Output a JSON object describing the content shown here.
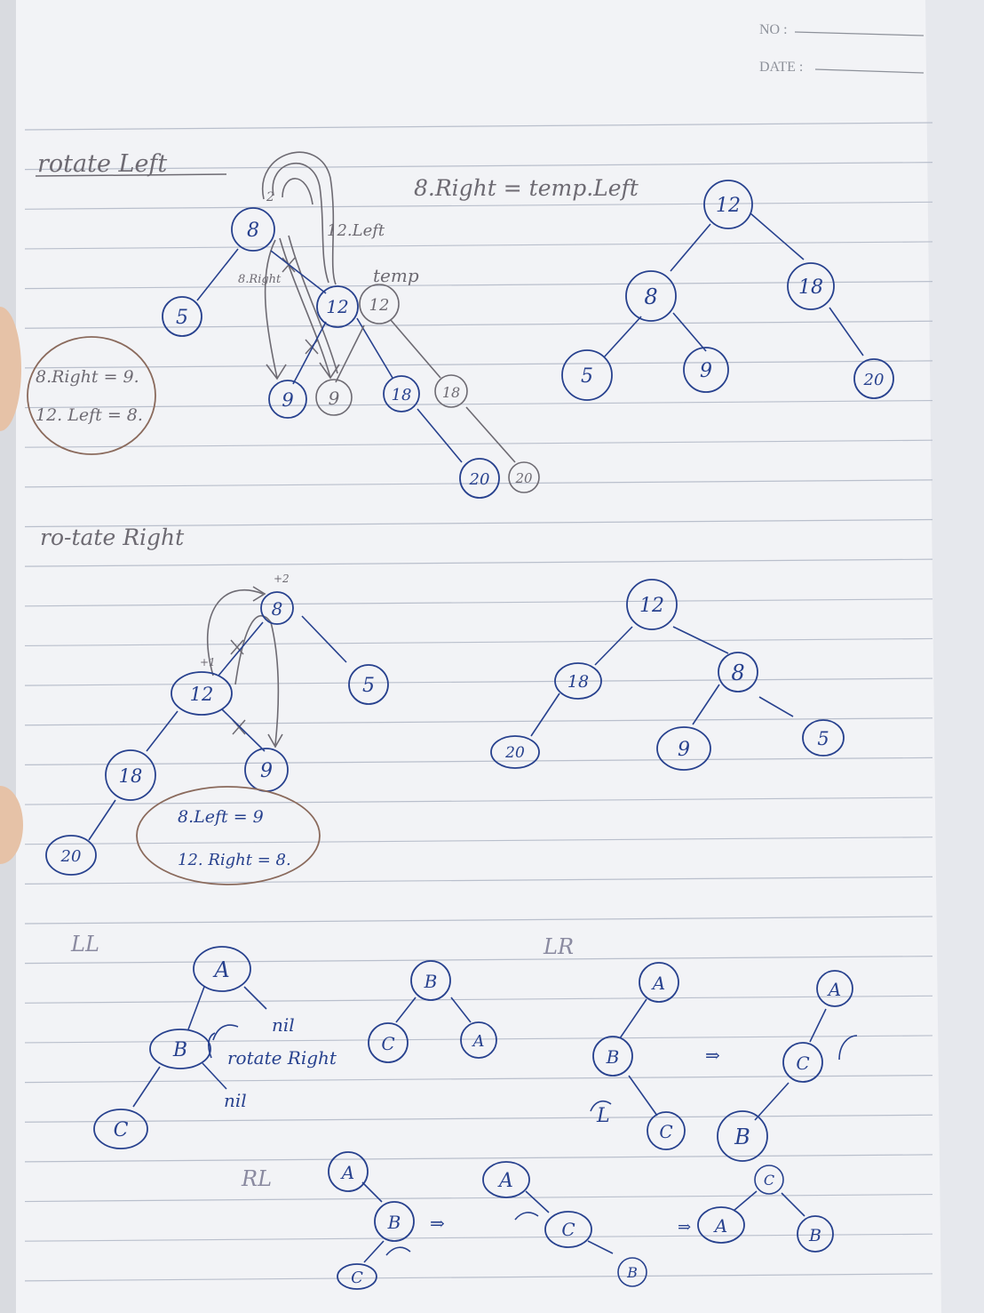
{
  "header": {
    "no_label": "NO :",
    "date_label": "DATE :"
  },
  "colors": {
    "paper": "#f2f3f6",
    "rule": "#b9bfcc",
    "ink_blue": "#27418e",
    "ink_gray": "#6d6a72",
    "ink_brown": "#8a6a5c",
    "skin": "#e6c2a7"
  },
  "rotate_left": {
    "title": "rotate Left",
    "assign_note": "8.Right = temp.Left",
    "label_12_left": "12.Left",
    "label_temp": "temp",
    "label_8_right": "8.Right",
    "label_cycle": "2",
    "note_line1": "8.Right = 9.",
    "note_line2": "12. Left = 8.",
    "before_nodes": [
      "8",
      "5",
      "12",
      "12",
      "9",
      "9",
      "18",
      "18",
      "20",
      "20"
    ],
    "after_nodes": [
      "12",
      "8",
      "18",
      "5",
      "9",
      "20"
    ]
  },
  "rotate_right": {
    "title": "ro-tate Right",
    "label_step2": "+2",
    "label_step1": "+1",
    "note_line1": "8.Left = 9",
    "note_line2": "12. Right = 8.",
    "before_nodes": [
      "8",
      "5",
      "12",
      "18",
      "9",
      "20"
    ],
    "after_nodes": [
      "12",
      "18",
      "8",
      "20",
      "9",
      "5"
    ]
  },
  "ll": {
    "label": "LL",
    "nil_top": "nil",
    "rotate_label": "rotate Right",
    "nil_bottom": "nil",
    "nodes": [
      "A",
      "B",
      "C"
    ],
    "result_nodes": [
      "B",
      "C",
      "A"
    ]
  },
  "lr": {
    "label": "LR",
    "rot_mark": "L",
    "arrow": "⇒",
    "nodes": [
      "A",
      "B",
      "C"
    ],
    "result_nodes": [
      "A",
      "C",
      "B"
    ]
  },
  "rl": {
    "label": "RL",
    "arrow1": "⇒",
    "arrow2": "⇒",
    "nodes": [
      "A",
      "B",
      "C"
    ],
    "step_nodes": [
      "A",
      "C",
      "B"
    ],
    "result_nodes": [
      "C",
      "A",
      "B"
    ]
  }
}
